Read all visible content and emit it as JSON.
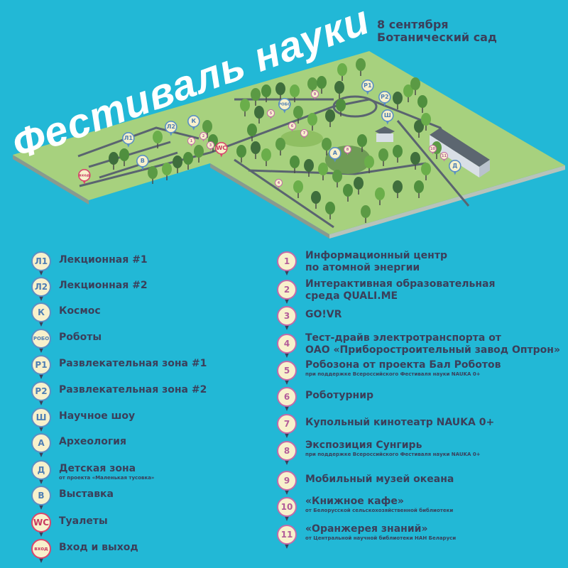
{
  "header": {
    "title": "Фестиваль науки",
    "date": "8 сентября",
    "venue": "Ботанический сад"
  },
  "colors": {
    "background": "#22b8d6",
    "ground": "#a7d17e",
    "zone_pin": "#5a8fc4",
    "activity_pin": "#c46aa9",
    "service_pin": "#d9466d",
    "text": "#3b3f5a"
  },
  "map_pins": {
    "l1": "Л1",
    "l2": "Л2",
    "k": "К",
    "robo": "РОБО",
    "r1": "Р1",
    "r2": "Р2",
    "sh": "Ш",
    "a": "А",
    "d": "Д",
    "v": "В",
    "wc": "WC",
    "entry": "вход",
    "n": [
      "1",
      "2",
      "3",
      "4",
      "5",
      "6",
      "7",
      "8",
      "9",
      "10",
      "11"
    ]
  },
  "legend_zones": [
    {
      "icon": "Л1",
      "label": "Лекционная #1"
    },
    {
      "icon": "Л2",
      "label": "Лекционная #2"
    },
    {
      "icon": "К",
      "label": "Космос"
    },
    {
      "icon": "РОБО",
      "label": "Роботы"
    },
    {
      "icon": "Р1",
      "label": "Развлекательная зона #1"
    },
    {
      "icon": "Р2",
      "label": "Развлекательная зона #2"
    },
    {
      "icon": "Ш",
      "label": "Научное шоу"
    },
    {
      "icon": "А",
      "label": "Археология"
    },
    {
      "icon": "Д",
      "label": "Детская зона",
      "note": "от проекта «Маленькая тусовка»"
    },
    {
      "icon": "В",
      "label": "Выставка"
    },
    {
      "icon": "WC",
      "label": "Туалеты"
    },
    {
      "icon": "вход",
      "label": "Вход и выход"
    }
  ],
  "legend_activities": [
    {
      "icon": "1",
      "label": "Информационный центр",
      "label2": "по атомной энергии"
    },
    {
      "icon": "2",
      "label": "Интерактивная образовательная",
      "label2": "среда QUALI.ME"
    },
    {
      "icon": "3",
      "label": "GO!VR"
    },
    {
      "icon": "4",
      "label": "Тест-драйв электротранспорта от",
      "label2": "ОАО «Приборостроительный завод Оптрон»"
    },
    {
      "icon": "5",
      "label": "Робозона от проекта Бал Роботов",
      "note": "при поддержке Всероссийского Фестиваля науки NAUKA 0+"
    },
    {
      "icon": "6",
      "label": "Роботурнир"
    },
    {
      "icon": "7",
      "label": "Купольный кинотеатр NAUKA 0+"
    },
    {
      "icon": "8",
      "label": "Экспозиция Сунгирь",
      "note": "при поддержке Всероссийского Фестиваля науки NAUKA 0+"
    },
    {
      "icon": "9",
      "label": "Мобильный музей океана"
    },
    {
      "icon": "10",
      "label": "«Книжное кафе»",
      "note": "от Белорусской сельскохозяйственной библиотеки"
    },
    {
      "icon": "11",
      "label": "«Оранжерея знаний»",
      "note": "от Центральной научной библиотеки НАН Беларуси"
    }
  ]
}
